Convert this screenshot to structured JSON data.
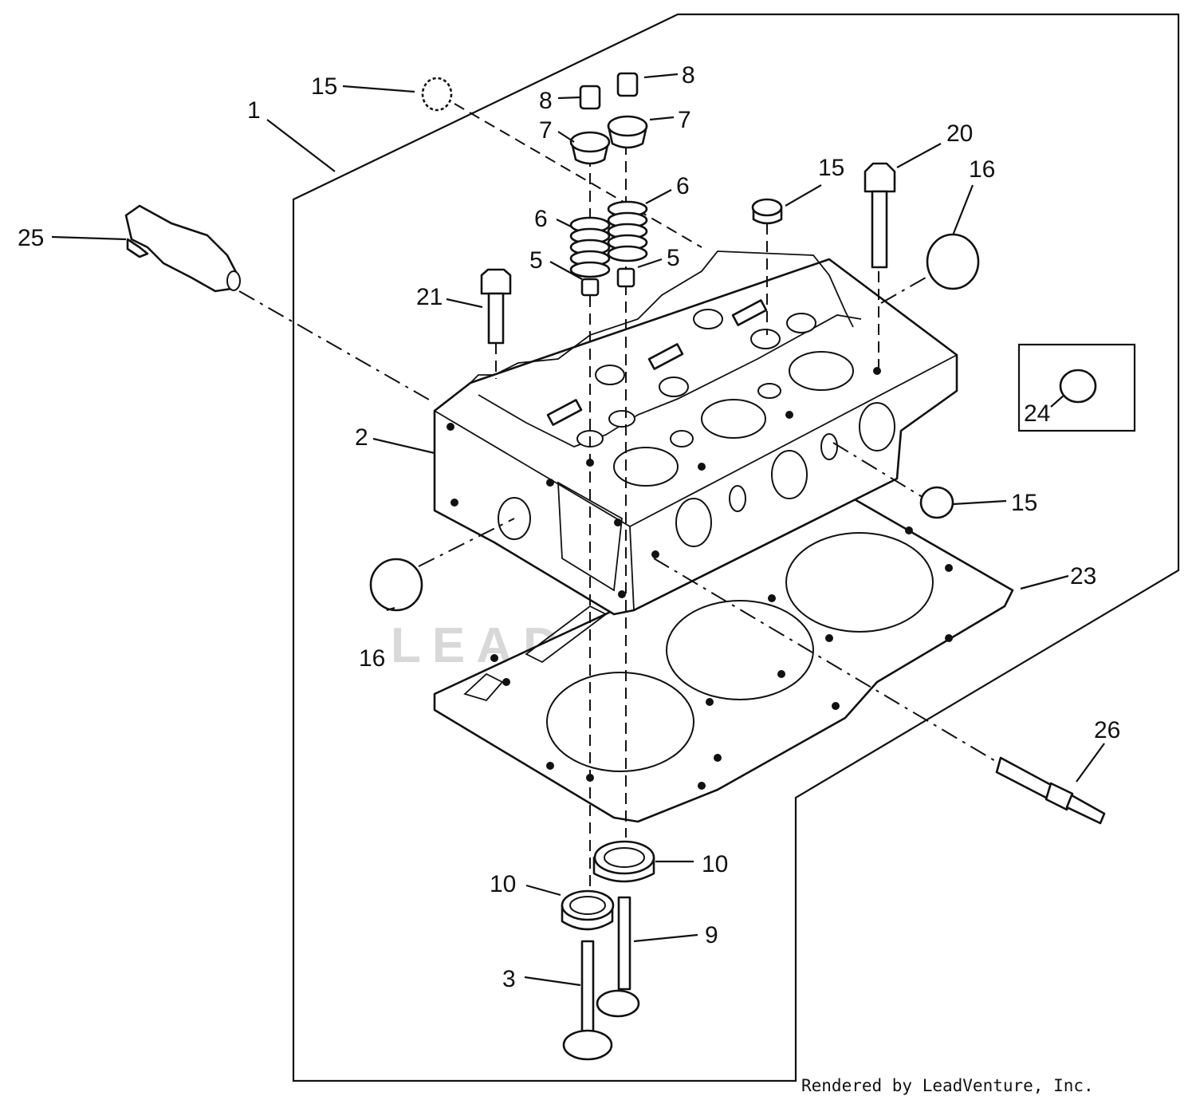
{
  "callouts": {
    "c1": "1",
    "c2": "2",
    "c3": "3",
    "c5a": "5",
    "c5b": "5",
    "c6a": "6",
    "c6b": "6",
    "c7a": "7",
    "c7b": "7",
    "c8a": "8",
    "c8b": "8",
    "c9": "9",
    "c10a": "10",
    "c10b": "10",
    "c15a": "15",
    "c15b": "15",
    "c15c": "15",
    "c16a": "16",
    "c16b": "16",
    "c20": "20",
    "c21": "21",
    "c23": "23",
    "c24": "24",
    "c25": "25",
    "c26": "26"
  },
  "watermark": "LEADVENTURE",
  "credit": "Rendered by LeadVenture, Inc.",
  "colors": {
    "ink": "#111111",
    "paper": "#ffffff",
    "watermark": "#d8d8d8"
  }
}
